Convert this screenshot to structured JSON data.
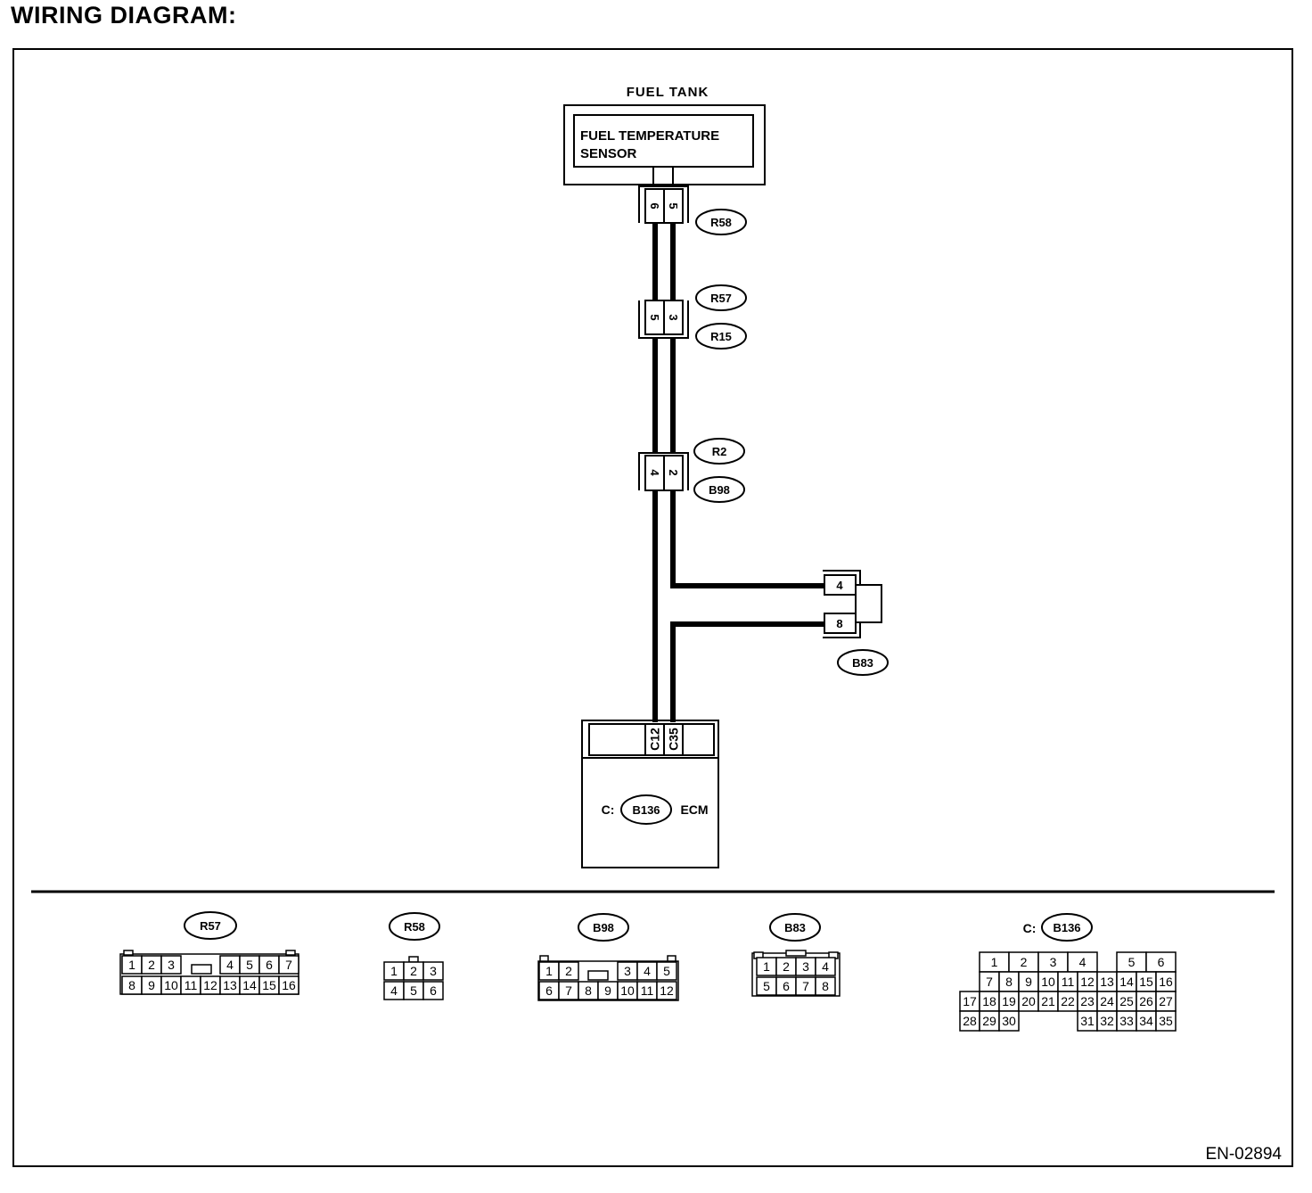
{
  "page_title": "WIRING DIAGRAM:",
  "figure_id": "EN-02894",
  "fuel_tank": {
    "label": "FUEL TANK",
    "sensor_line1": "FUEL TEMPERATURE",
    "sensor_line2": "SENSOR"
  },
  "inline_connectors": [
    {
      "pins": [
        "6",
        "5"
      ],
      "tags": [
        "R58"
      ]
    },
    {
      "pins": [
        "5",
        "3"
      ],
      "tags": [
        "R57",
        "R15"
      ]
    },
    {
      "pins": [
        "4",
        "2"
      ],
      "tags": [
        "R2",
        "B98"
      ]
    }
  ],
  "b83_connector": {
    "pins": [
      "4",
      "8"
    ],
    "tag": "B83"
  },
  "ecm": {
    "pins": [
      "C12",
      "C35"
    ],
    "prefix": "C:",
    "connector": "B136",
    "label": "ECM"
  },
  "connector_views": {
    "r57": {
      "tag": "R57",
      "row1": [
        "1",
        "2",
        "3",
        "",
        "4",
        "5",
        "6",
        "7"
      ],
      "row2": [
        "8",
        "9",
        "10",
        "11",
        "12",
        "13",
        "14",
        "15",
        "16"
      ]
    },
    "r58": {
      "tag": "R58",
      "row1": [
        "1",
        "2",
        "3"
      ],
      "row2": [
        "4",
        "5",
        "6"
      ]
    },
    "b98": {
      "tag": "B98",
      "row1": [
        "1",
        "2",
        "",
        "3",
        "4",
        "5"
      ],
      "row2": [
        "6",
        "7",
        "8",
        "9",
        "10",
        "11",
        "12"
      ]
    },
    "b83": {
      "tag": "B83",
      "row1": [
        "1",
        "2",
        "3",
        "4"
      ],
      "row2": [
        "5",
        "6",
        "7",
        "8"
      ]
    },
    "b136": {
      "prefix": "C:",
      "tag": "B136",
      "row1": [
        "1",
        "2",
        "3",
        "4",
        "5",
        "6"
      ],
      "row2": [
        "7",
        "8",
        "9",
        "10",
        "11",
        "12",
        "13",
        "14",
        "15",
        "16"
      ],
      "row3": [
        "17",
        "18",
        "19",
        "20",
        "21",
        "22",
        "23",
        "24",
        "25",
        "26",
        "27"
      ],
      "row4": [
        "28",
        "29",
        "30",
        "31",
        "32",
        "33",
        "34",
        "35"
      ]
    }
  }
}
